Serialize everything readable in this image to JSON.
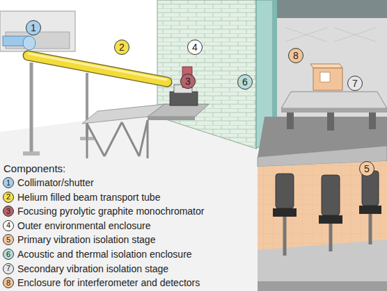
{
  "diagram": {
    "labels": [
      "1",
      "2",
      "3",
      "4",
      "5",
      "6",
      "7",
      "8",
      "Components:",
      "1",
      "2",
      "3",
      "4",
      "5",
      "6",
      "7",
      "8"
    ],
    "legend": [
      {
        "text": "Collimator/shutter",
        "color": "#a8d0ec"
      },
      {
        "text": "Helium filled beam transport tube",
        "color": "#f5e04a"
      },
      {
        "text": "Focusing pyrolytic graphite monochromator",
        "color": "#b5636b"
      },
      {
        "text": "Outer environmental enclosure",
        "color": "#ffffff"
      },
      {
        "text": "Primary vibration isolation stage",
        "color": "#f5c9a0"
      },
      {
        "text": "Acoustic and thermal isolation enclosure",
        "color": "#b8ddd8"
      },
      {
        "text": "Secondary vibration isolation stage",
        "color": "#e8e8e8"
      },
      {
        "text": "Enclosure for interferometer and detectors",
        "color": "#f2c49a"
      }
    ]
  }
}
